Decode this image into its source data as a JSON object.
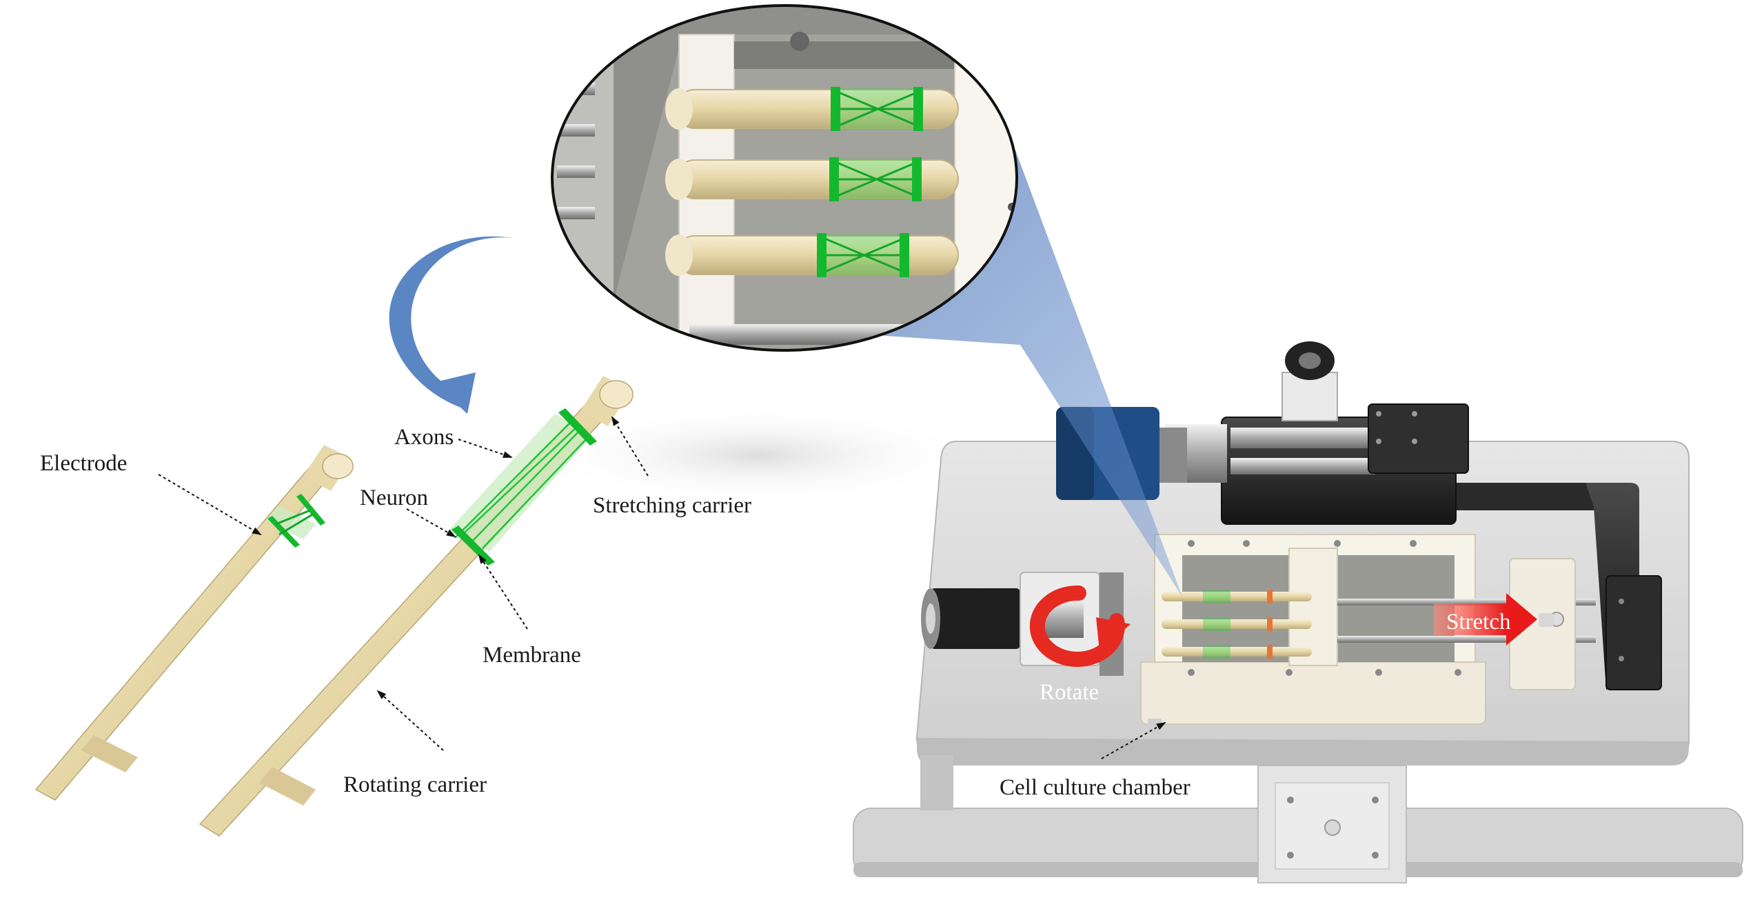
{
  "labels": {
    "electrode": "Electrode",
    "axons": "Axons",
    "neuron": "Neuron",
    "stretching_carrier": "Stretching carrier",
    "membrane": "Membrane",
    "rotating_carrier": "Rotating carrier",
    "rotate": "Rotate",
    "stretch": "Stretch",
    "cell_culture_chamber": "Cell culture chamber"
  },
  "colors": {
    "carrier": "#e9dcae",
    "neuron_green": "#1fcf3a",
    "zoom_cone": "#3f70b8",
    "rotate_arrow": "#e52a22",
    "stretch_arrow": "#ee2a2a",
    "curved_arrow": "#5a86c4",
    "stage_black": "#2b2b2b",
    "motor_blue": "#1f4e86",
    "base_plate": "#d9d9d9",
    "chamber": "#f3f0e4"
  }
}
